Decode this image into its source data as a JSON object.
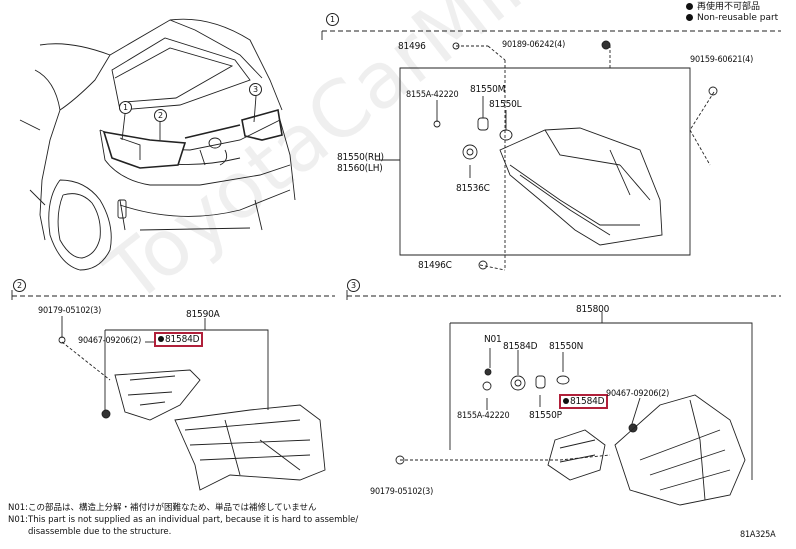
{
  "legend": {
    "reuse_note": "再使用不可部品",
    "nonreusable": "Non-reusable part"
  },
  "sections": {
    "s1": "1",
    "s2": "2",
    "s3": "3"
  },
  "car_callouts": [
    "1",
    "2",
    "3"
  ],
  "section1_parts": {
    "p81496_top": "81496",
    "p90189": "90189-06242(4)",
    "p90159": "90159-60621(4)",
    "p8155A": "8155A-42220",
    "p81550M": "81550M",
    "p81550L": "81550L",
    "p81550_rh": "81550(RH)",
    "p81560_lh": "81560(LH)",
    "p81536C": "81536C",
    "p81496C": "81496C"
  },
  "section2_parts": {
    "p90179": "90179-05102(3)",
    "p81590A": "81590A",
    "p90467": "90467-09206(2)",
    "p81584D": "81584D"
  },
  "section3_parts": {
    "p815800": "815800",
    "pN01": "N01",
    "p81584D_top": "81584D",
    "p81550N": "81550N",
    "p8155A": "8155A-42220",
    "p81550P": "81550P",
    "p81584D": "81584D",
    "p90467": "90467-09206(2)",
    "p90179": "90179-05102(3)"
  },
  "notes": {
    "jp": "N01:この部品は、構造上分解・補付けが困難なため、単品では補修していません",
    "en1": "N01:This part is not supplied as an individual part, because it is hard to assemble/",
    "en2": "disassemble due to the structure."
  },
  "diagram_id": "81A325A",
  "watermark": "ToyotaCarMine.ru"
}
